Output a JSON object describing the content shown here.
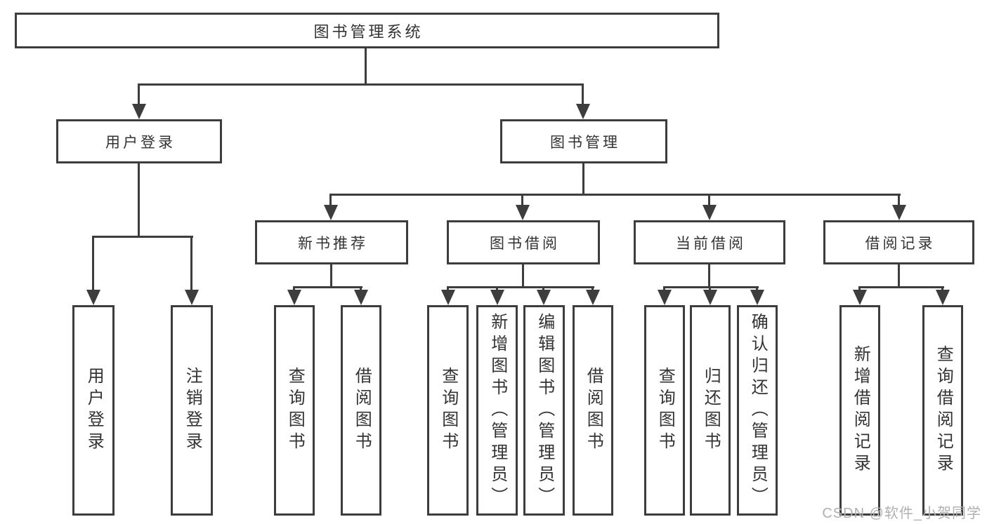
{
  "diagram": {
    "root": {
      "label": "图书管理系统"
    },
    "user_login": {
      "label": "用户登录",
      "leaves": [
        "用户登录",
        "注销登录"
      ]
    },
    "book_management": {
      "label": "图书管理",
      "sections": {
        "new_books": {
          "label": "新书推荐",
          "leaves": [
            "查询图书",
            "借阅图书"
          ]
        },
        "book_borrowing": {
          "label": "图书借阅",
          "leaves": [
            "查询图书",
            "新增图书（管理员）",
            "编辑图书（管理员）",
            "借阅图书"
          ]
        },
        "current_borrowing": {
          "label": "当前借阅",
          "leaves": [
            "查询图书",
            "归还图书",
            "确认归还（管理员）"
          ]
        },
        "borrowing_records": {
          "label": "借阅记录",
          "leaves": [
            "新增借阅记录",
            "查询借阅记录"
          ]
        }
      }
    },
    "colors": {
      "line": "#3d3d3d",
      "text": "#333333",
      "watermark": "#b0b0b0"
    }
  },
  "watermark": {
    "text": "CSDN @软件_小贺同学"
  }
}
